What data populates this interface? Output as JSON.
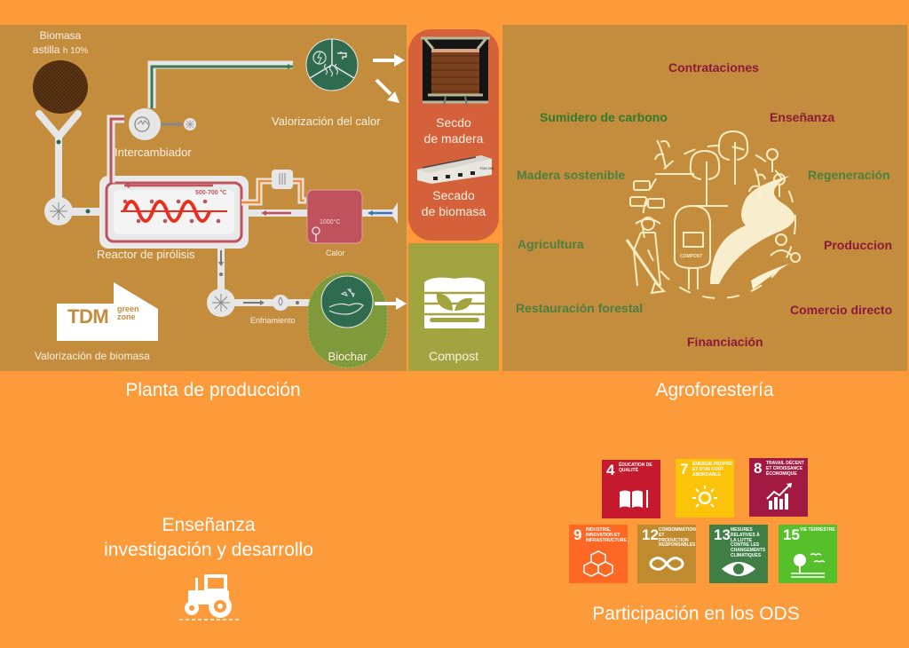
{
  "colors": {
    "background": "#fd9a3a",
    "panel": "#c48d3e",
    "drying_box": "#d4613a",
    "compost_box": "#a2a43f",
    "biochar_pill": "#7f9a3a",
    "green_dark": "#2e6b4f",
    "heat_box": "#c0525e",
    "agro_green": "#2f7a2f",
    "agro_green_muted": "#4a8040",
    "agro_red": "#8b1a3a"
  },
  "plant": {
    "biomass_label_line1": "Biomasa",
    "biomass_label_line2": "astilla",
    "biomass_moisture": "h 10%",
    "exchanger_label": "Intercambiador",
    "heat_valorization_label": "Valorización del calor",
    "reactor_label": "Reactor de pirólisis",
    "reactor_temp": "500-700 °C",
    "heat_box_temp": "1000°C",
    "heat_label": "Calor",
    "cooling_label": "Enfriamiento",
    "biochar_label": "Biochar",
    "logo_main": "TDM",
    "logo_sub1": "green",
    "logo_sub2": "zone",
    "logo_caption": "Valorización de biomasa",
    "section_title": "Planta de producción"
  },
  "drying": {
    "wood_label_line1": "Secdo",
    "wood_label_line2": "de madera",
    "dryer_model": "TDM 250",
    "biomass_label_line1": "Secado",
    "biomass_label_line2": "de biomasa",
    "compost_label": "Compost"
  },
  "agro": {
    "section_title": "Agroforestería",
    "illustration_compost_sign": "COMPOST",
    "words": [
      {
        "text": "Contrataciones",
        "tone": "red"
      },
      {
        "text": "Sumidero de carbono",
        "tone": "green"
      },
      {
        "text": "Enseñanza",
        "tone": "red"
      },
      {
        "text": "Madera sostenible",
        "tone": "green_muted"
      },
      {
        "text": "Regeneración",
        "tone": "green_muted"
      },
      {
        "text": "Agricultura",
        "tone": "green_muted"
      },
      {
        "text": "Produccion",
        "tone": "red"
      },
      {
        "text": "Restauración forestal",
        "tone": "green_muted"
      },
      {
        "text": "Comercio directo",
        "tone": "red"
      },
      {
        "text": "Financiación",
        "tone": "red"
      }
    ]
  },
  "education": {
    "title_line1": "Enseñanza",
    "title_line2": "investigación y desarrollo",
    "icon": "tractor-icon"
  },
  "sdg": {
    "section_title": "Participación en los ODS",
    "goals": [
      {
        "number": "4",
        "label": "Éducation de qualité",
        "color": "#c5192d",
        "icon": "book-icon"
      },
      {
        "number": "7",
        "label": "Énergie propre et d'un coût abordable",
        "color": "#fcc30b",
        "icon": "sun-power-icon"
      },
      {
        "number": "8",
        "label": "Travail décent et croissance économique",
        "color": "#a21942",
        "icon": "growth-chart-icon"
      },
      {
        "number": "9",
        "label": "Industrie, innovation et infrastructure",
        "color": "#fd6925",
        "icon": "cubes-icon"
      },
      {
        "number": "12",
        "label": "Consommation et production responsables",
        "color": "#bf8b2e",
        "icon": "infinity-icon"
      },
      {
        "number": "13",
        "label": "Mesures relatives à la lutte contre les changements climatiques",
        "color": "#3f7e44",
        "icon": "eye-globe-icon"
      },
      {
        "number": "15",
        "label": "Vie terrestre",
        "color": "#56c02b",
        "icon": "tree-birds-icon"
      }
    ]
  }
}
